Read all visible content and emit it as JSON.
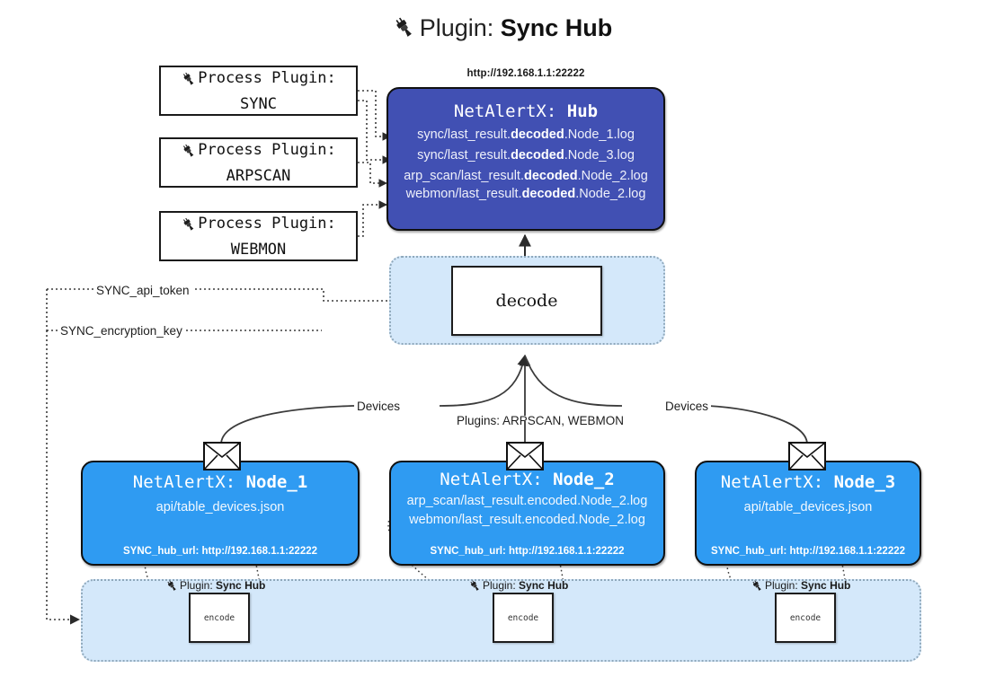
{
  "title": {
    "icon": "plug-icon",
    "lead": "Plugin:",
    "name": "Sync Hub"
  },
  "process_plugins": [
    {
      "icon": "plug-icon",
      "line1": "Process Plugin:",
      "line2": "SYNC"
    },
    {
      "icon": "plug-icon",
      "line1": "Process Plugin:",
      "line2": "ARPSCAN"
    },
    {
      "icon": "plug-icon",
      "line1": "Process Plugin:",
      "line2": "WEBMON"
    }
  ],
  "hub": {
    "url": "http://192.168.1.1:22222",
    "title_lead": "NetAlertX:",
    "title_name": "Hub",
    "logs": [
      {
        "pre": "sync/last_result.",
        "em": "decoded",
        "post": ".Node_1.log"
      },
      {
        "pre": "sync/last_result.",
        "em": "decoded",
        "post": ".Node_3.log"
      },
      {
        "pre": "arp_scan/last_result.",
        "em": "decoded",
        "post": ".Node_2.log"
      },
      {
        "pre": "webmon/last_result.",
        "em": "decoded",
        "post": ".Node_2.log"
      }
    ]
  },
  "decode": {
    "label": "decode"
  },
  "settings_edges": [
    {
      "label": "SYNC_api_token"
    },
    {
      "label": "SYNC_encryption_key"
    }
  ],
  "flow_labels": {
    "left_devices": "Devices",
    "center_plugins": "Plugins: ARPSCAN, WEBMON",
    "right_devices": "Devices"
  },
  "nodes": [
    {
      "icon": "envelope-icon",
      "title_lead": "NetAlertX:",
      "title_name": "Node_1",
      "lines": [
        "api/table_devices.json"
      ],
      "footer": "SYNC_hub_url: http://192.168.1.1:22222"
    },
    {
      "icon": "envelope-icon",
      "title_lead": "NetAlertX:",
      "title_name": "Node_2",
      "lines": [
        "arp_scan/last_result.encoded.Node_2.log",
        "webmon/last_result.encoded.Node_2.log"
      ],
      "footer": "SYNC_hub_url: http://192.168.1.1:22222"
    },
    {
      "icon": "envelope-icon",
      "title_lead": "NetAlertX:",
      "title_name": "Node_3",
      "lines": [
        "api/table_devices.json"
      ],
      "footer": "SYNC_hub_url: http://192.168.1.1:22222"
    }
  ],
  "encoders": [
    {
      "icon": "plug-icon",
      "caption_lead": "Plugin:",
      "caption_name": "Sync Hub",
      "label": "encode"
    },
    {
      "icon": "plug-icon",
      "caption_lead": "Plugin:",
      "caption_name": "Sync Hub",
      "label": "encode"
    },
    {
      "icon": "plug-icon",
      "caption_lead": "Plugin:",
      "caption_name": "Sync Hub",
      "label": "encode"
    }
  ],
  "colors": {
    "hub_fill": "#4150b3",
    "node_fill": "#2f9bf2",
    "container_fill": "#d4e8fa",
    "stroke": "#101010"
  }
}
